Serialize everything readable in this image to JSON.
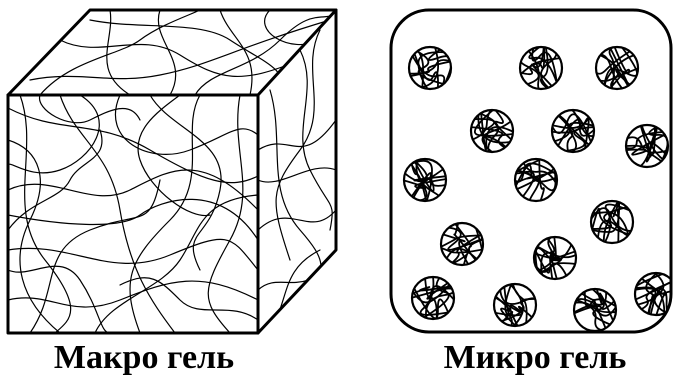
{
  "macro_gel": {
    "caption": "Макро гель"
  },
  "micro_gel": {
    "caption": "Микро гель",
    "particle_count": 15
  },
  "colors": {
    "line": "#000000",
    "background": "#ffffff"
  }
}
